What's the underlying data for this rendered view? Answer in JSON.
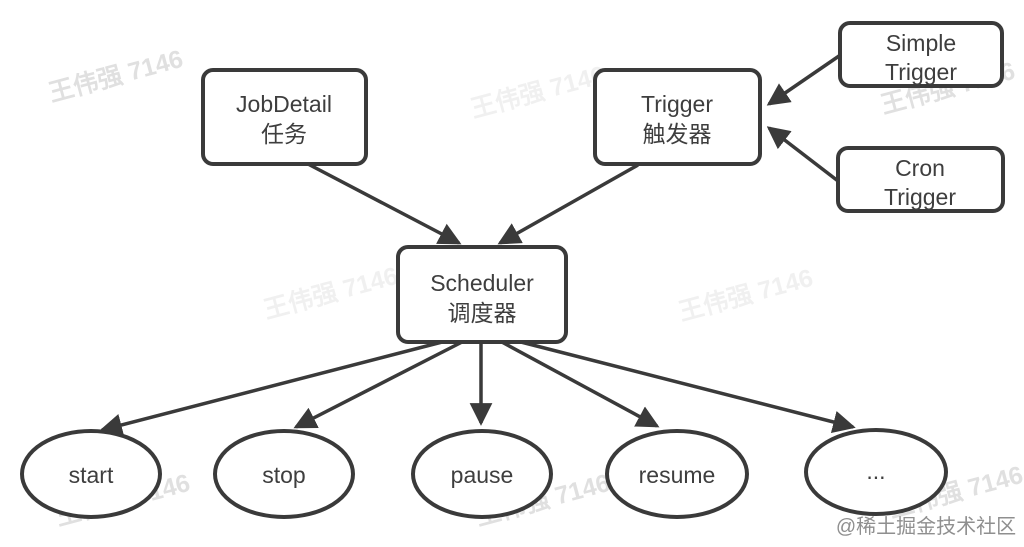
{
  "diagram": {
    "title": "Quartz scheduler components diagram",
    "colors": {
      "stroke": "#3a3a3a",
      "text": "#3e3e3e",
      "node_fill": "#ffffff",
      "watermark_gray": "#e4e4e4",
      "credit_gray": "#8f8f8f",
      "background": "#ffffff"
    },
    "nodes": {
      "jobdetail": {
        "line1": "JobDetail",
        "line2": "任务"
      },
      "trigger": {
        "line1": "Trigger",
        "line2": "触发器"
      },
      "simple_trigger": {
        "line1": "Simple",
        "line2": "Trigger"
      },
      "cron_trigger": {
        "line1": "Cron",
        "line2": "Trigger"
      },
      "scheduler": {
        "line1": "Scheduler",
        "line2": "调度器"
      }
    },
    "operations": [
      "start",
      "stop",
      "pause",
      "resume",
      "..."
    ],
    "edges": [
      {
        "from": "jobdetail",
        "to": "scheduler"
      },
      {
        "from": "trigger",
        "to": "scheduler"
      },
      {
        "from": "simple_trigger",
        "to": "trigger"
      },
      {
        "from": "cron_trigger",
        "to": "trigger"
      },
      {
        "from": "scheduler",
        "to": "start"
      },
      {
        "from": "scheduler",
        "to": "stop"
      },
      {
        "from": "scheduler",
        "to": "pause"
      },
      {
        "from": "scheduler",
        "to": "resume"
      },
      {
        "from": "scheduler",
        "to": "..."
      }
    ]
  },
  "watermark": {
    "text": "王伟强 7146"
  },
  "credit": {
    "text": "@稀土掘金技术社区"
  }
}
